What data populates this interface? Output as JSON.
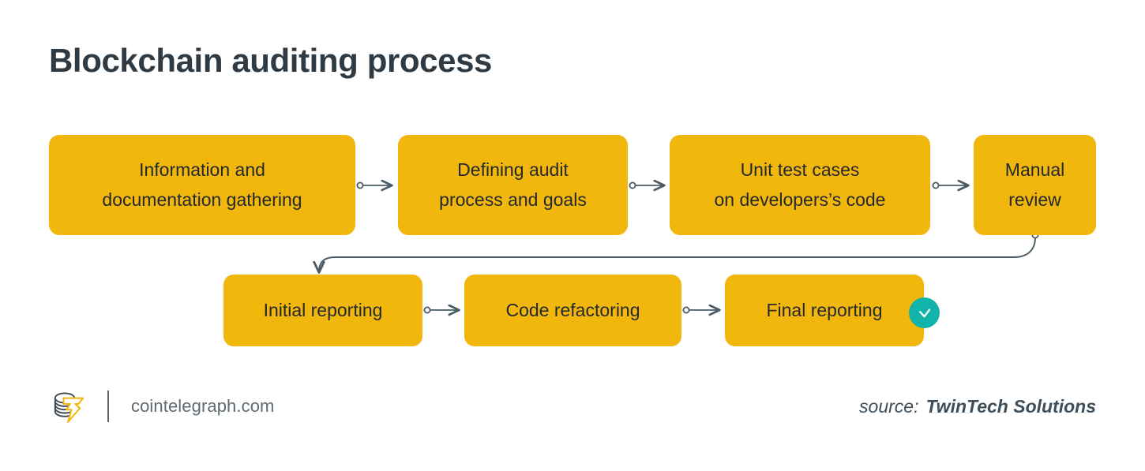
{
  "title": "Blockchain auditing process",
  "colors": {
    "box_fill": "#f2b70c",
    "box_text": "#23292e",
    "title_text": "#2f3b44",
    "connector": "#4a5b66",
    "check_badge": "#11b3ab",
    "background": "#ffffff",
    "footer_text": "#5e6a72",
    "source_text": "#3d4d59",
    "logo_bolt": "#f2b70c",
    "logo_coins": "#3d4750"
  },
  "diagram": {
    "type": "flowchart",
    "rows": [
      {
        "name": "row-1",
        "steps": [
          {
            "id": 1,
            "label": "Information and\ndocumentation gathering"
          },
          {
            "id": 2,
            "label": "Defining audit\nprocess and goals"
          },
          {
            "id": 3,
            "label": "Unit test cases\non developers’s code"
          },
          {
            "id": 4,
            "label": "Manual\nreview"
          }
        ]
      },
      {
        "name": "row-2",
        "steps": [
          {
            "id": 5,
            "label": "Initial reporting"
          },
          {
            "id": 6,
            "label": "Code refactoring"
          },
          {
            "id": 7,
            "label": "Final reporting"
          }
        ]
      }
    ],
    "connectors": [
      {
        "from": 1,
        "to": 2,
        "style": "straight-arrow"
      },
      {
        "from": 2,
        "to": 3,
        "style": "straight-arrow"
      },
      {
        "from": 3,
        "to": 4,
        "style": "straight-arrow"
      },
      {
        "from": 4,
        "to": 5,
        "style": "curved-wrap-arrow"
      },
      {
        "from": 5,
        "to": 6,
        "style": "straight-arrow"
      },
      {
        "from": 6,
        "to": 7,
        "style": "straight-arrow"
      }
    ],
    "completion_badge": {
      "icon": "check-circle-icon",
      "attached_to": 7
    }
  },
  "footer": {
    "logo_icon": "cointelegraph-logo-icon",
    "brand_name": "cointelegraph.com",
    "source_label": "source:",
    "source_name": "TwinTech Solutions"
  }
}
